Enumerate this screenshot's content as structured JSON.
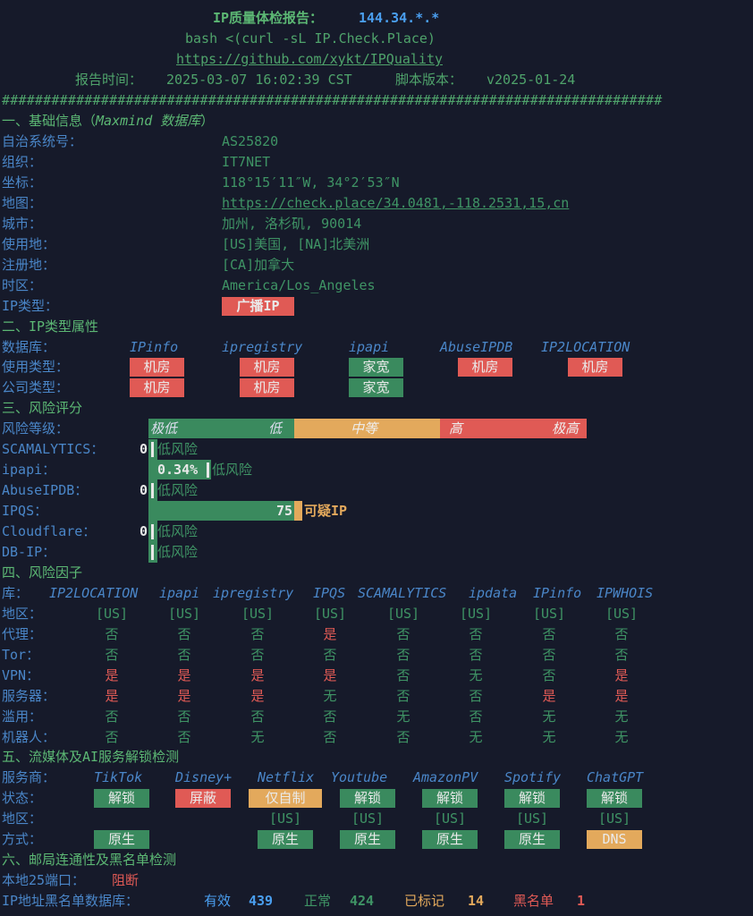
{
  "header": {
    "title": "IP质量体检报告：",
    "ip": "144.34.*.*",
    "command": "bash <(curl -sL IP.Check.Place)",
    "repo_url": "https://github.com/xykt/IPQuality",
    "report_time_label": "报告时间：",
    "report_time": "2025-03-07 16:02:39 CST",
    "version_label": "脚本版本：",
    "version": "v2025-01-24",
    "separator": "################################################################################"
  },
  "basic": {
    "title": "一、基础信息（",
    "title_db": "Maxmind 数据库",
    "title_end": "）",
    "rows": [
      {
        "label": "自治系统号：",
        "value": "AS25820"
      },
      {
        "label": "组织：",
        "value": "IT7NET"
      },
      {
        "label": "坐标：",
        "value": "118°15′11″W, 34°2′53″N"
      },
      {
        "label": "地图：",
        "value": "https://check.place/34.0481,-118.2531,15,cn"
      },
      {
        "label": "城市：",
        "value": "加州, 洛杉矶, 90014"
      },
      {
        "label": "使用地：",
        "value": "[US]美国, [NA]北美洲"
      },
      {
        "label": "注册地：",
        "value": "[CA]加拿大"
      },
      {
        "label": "时区：",
        "value": "America/Los_Angeles"
      }
    ],
    "ip_type_label": "IP类型：",
    "ip_type": "广播IP"
  },
  "iptype": {
    "title": "二、IP类型属性",
    "db_label": "数据库：",
    "usage_label": "使用类型：",
    "company_label": "公司类型：",
    "dbs": [
      "IPinfo",
      "ipregistry",
      "ipapi",
      "AbuseIPDB",
      "IP2LOCATION"
    ],
    "usage": [
      "机房",
      "机房",
      "家宽",
      "机房",
      "机房"
    ],
    "company": [
      "机房",
      "机房",
      "家宽",
      "",
      ""
    ]
  },
  "risk": {
    "title": "三、风险评分",
    "level_label": "风险等级：",
    "levels": [
      "极低",
      "低",
      "中等",
      "高",
      "极高"
    ],
    "scores": [
      {
        "label": "SCAMALYTICS：",
        "score": "0",
        "text": "低风险"
      },
      {
        "label": "ipapi：",
        "score": "0.34%",
        "text": "低风险"
      },
      {
        "label": "AbuseIPDB：",
        "score": "0",
        "text": "低风险"
      },
      {
        "label": "IPQS：",
        "score": "75",
        "text": "可疑IP"
      },
      {
        "label": "Cloudflare：",
        "score": "0",
        "text": "低风险"
      },
      {
        "label": "DB-IP：",
        "score": "",
        "text": "低风险"
      }
    ]
  },
  "factors": {
    "title": "四、风险因子",
    "lib_label": "库：",
    "libs": [
      "IP2LOCATION",
      "ipapi",
      "ipregistry",
      "IPQS",
      "SCAMALYTICS",
      "ipdata",
      "IPinfo",
      "IPWHOIS"
    ],
    "rows": [
      {
        "label": "地区：",
        "values": [
          "[US]",
          "[US]",
          "[US]",
          "[US]",
          "[US]",
          "[US]",
          "[US]",
          "[US]"
        ]
      },
      {
        "label": "代理：",
        "values": [
          "否",
          "否",
          "否",
          "是",
          "否",
          "否",
          "否",
          "否"
        ]
      },
      {
        "label": "Tor：",
        "values": [
          "否",
          "否",
          "否",
          "否",
          "否",
          "否",
          "否",
          "否"
        ]
      },
      {
        "label": "VPN：",
        "values": [
          "是",
          "是",
          "是",
          "是",
          "否",
          "无",
          "否",
          "是"
        ]
      },
      {
        "label": "服务器：",
        "values": [
          "是",
          "是",
          "是",
          "无",
          "否",
          "否",
          "是",
          "是"
        ]
      },
      {
        "label": "滥用：",
        "values": [
          "否",
          "否",
          "否",
          "否",
          "无",
          "否",
          "无",
          "无"
        ]
      },
      {
        "label": "机器人：",
        "values": [
          "否",
          "否",
          "无",
          "否",
          "否",
          "无",
          "无",
          "无"
        ]
      }
    ]
  },
  "streaming": {
    "title": "五、流媒体及AI服务解锁检测",
    "provider_label": "服务商：",
    "status_label": "状态：",
    "region_label": "地区：",
    "method_label": "方式：",
    "services": [
      {
        "name": "TikTok",
        "status": "解锁",
        "region": "",
        "method": "原生"
      },
      {
        "name": "Disney+",
        "status": "屏蔽",
        "region": "",
        "method": ""
      },
      {
        "name": "Netflix",
        "status": "仅自制",
        "region": "[US]",
        "method": "原生"
      },
      {
        "name": "Youtube",
        "status": "解锁",
        "region": "[US]",
        "method": "原生"
      },
      {
        "name": "AmazonPV",
        "status": "解锁",
        "region": "[US]",
        "method": "原生"
      },
      {
        "name": "Spotify",
        "status": "解锁",
        "region": "[US]",
        "method": "原生"
      },
      {
        "name": "ChatGPT",
        "status": "解锁",
        "region": "[US]",
        "method": "DNS"
      }
    ]
  },
  "mail": {
    "title": "六、邮局连通性及黑名单检测",
    "port_label": "本地25端口：",
    "port_status": "阻断",
    "blacklist_label": "IP地址黑名单数据库：",
    "valid_label": "有效",
    "valid": "439",
    "normal_label": "正常",
    "normal": "424",
    "marked_label": "已标记",
    "marked": "14",
    "black_label": "黑名单",
    "black": "1"
  }
}
